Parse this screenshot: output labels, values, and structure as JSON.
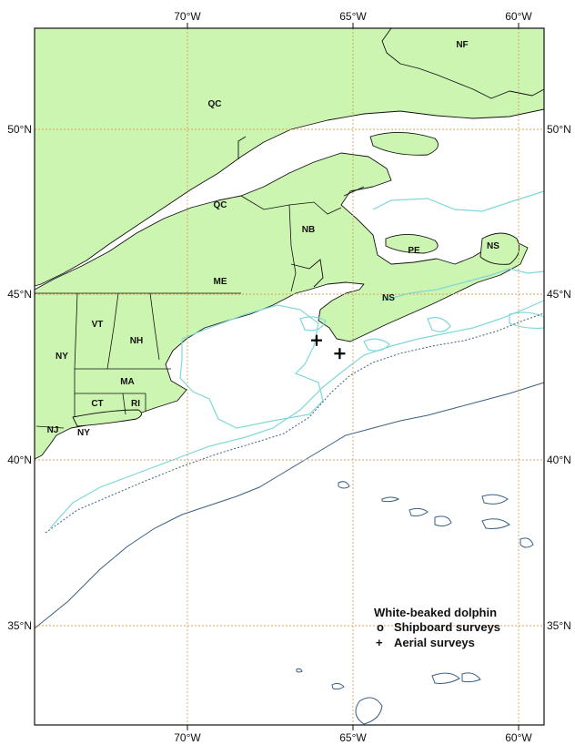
{
  "map": {
    "longitude_labels": [
      "70°W",
      "65°W",
      "60°W"
    ],
    "latitude_labels": [
      "50°N",
      "45°N",
      "40°N",
      "35°N"
    ],
    "region_labels": [
      "QC",
      "NF",
      "QC",
      "NB",
      "PE",
      "NS",
      "ME",
      "NS",
      "VT",
      "NH",
      "NY",
      "MA",
      "CT",
      "RI",
      "NJ",
      "NY"
    ],
    "colors": {
      "land": "#ccf5b2",
      "shelf_contour": "#7fd8d8",
      "deep_contour": "#3a5f86",
      "grid": "#e0a050",
      "water": "#ffffff"
    },
    "legend": {
      "title": "White-beaked dolphin",
      "items": [
        {
          "symbol": "o",
          "label": "Shipboard surveys"
        },
        {
          "symbol": "+",
          "label": "Aerial surveys"
        }
      ]
    },
    "sightings": [
      {
        "type": "aerial",
        "lon": -66.1,
        "lat": 43.6
      },
      {
        "type": "aerial",
        "lon": -65.4,
        "lat": 43.2
      }
    ]
  }
}
